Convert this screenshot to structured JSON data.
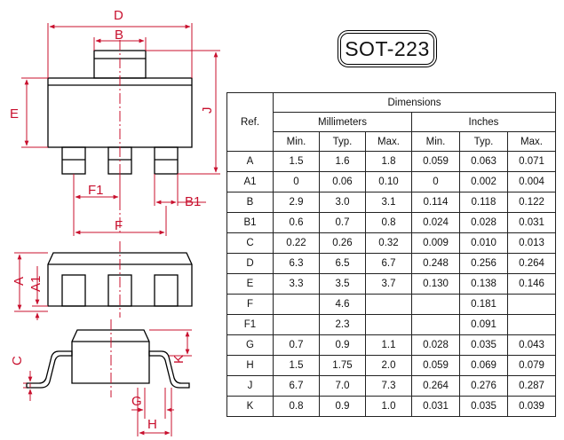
{
  "package": {
    "title": "SOT-223"
  },
  "drawing_labels": {
    "D": "D",
    "B": "B",
    "E": "E",
    "J": "J",
    "F1": "F1",
    "B1": "B1",
    "F": "F",
    "A": "A",
    "A1": "A1",
    "C": "C",
    "K": "K",
    "G": "G",
    "H": "H"
  },
  "colors": {
    "dimension": "#c8102e",
    "outline": "#000000"
  },
  "table": {
    "ref_header": "Ref.",
    "dimensions_header": "Dimensions",
    "mm_header": "Millimeters",
    "in_header": "Inches",
    "sub_headers": [
      "Min.",
      "Typ.",
      "Max.",
      "Min.",
      "Typ.",
      "Max."
    ],
    "rows": [
      {
        "ref": "A",
        "values": [
          "1.5",
          "1.6",
          "1.8",
          "0.059",
          "0.063",
          "0.071"
        ]
      },
      {
        "ref": "A1",
        "values": [
          "0",
          "0.06",
          "0.10",
          "0",
          "0.002",
          "0.004"
        ]
      },
      {
        "ref": "B",
        "values": [
          "2.9",
          "3.0",
          "3.1",
          "0.114",
          "0.118",
          "0.122"
        ]
      },
      {
        "ref": "B1",
        "values": [
          "0.6",
          "0.7",
          "0.8",
          "0.024",
          "0.028",
          "0.031"
        ]
      },
      {
        "ref": "C",
        "values": [
          "0.22",
          "0.26",
          "0.32",
          "0.009",
          "0.010",
          "0.013"
        ]
      },
      {
        "ref": "D",
        "values": [
          "6.3",
          "6.5",
          "6.7",
          "0.248",
          "0.256",
          "0.264"
        ]
      },
      {
        "ref": "E",
        "values": [
          "3.3",
          "3.5",
          "3.7",
          "0.130",
          "0.138",
          "0.146"
        ]
      },
      {
        "ref": "F",
        "values": [
          "",
          "4.6",
          "",
          "",
          "0.181",
          ""
        ]
      },
      {
        "ref": "F1",
        "values": [
          "",
          "2.3",
          "",
          "",
          "0.091",
          ""
        ]
      },
      {
        "ref": "G",
        "values": [
          "0.7",
          "0.9",
          "1.1",
          "0.028",
          "0.035",
          "0.043"
        ]
      },
      {
        "ref": "H",
        "values": [
          "1.5",
          "1.75",
          "2.0",
          "0.059",
          "0.069",
          "0.079"
        ]
      },
      {
        "ref": "J",
        "values": [
          "6.7",
          "7.0",
          "7.3",
          "0.264",
          "0.276",
          "0.287"
        ]
      },
      {
        "ref": "K",
        "values": [
          "0.8",
          "0.9",
          "1.0",
          "0.031",
          "0.035",
          "0.039"
        ]
      }
    ]
  }
}
